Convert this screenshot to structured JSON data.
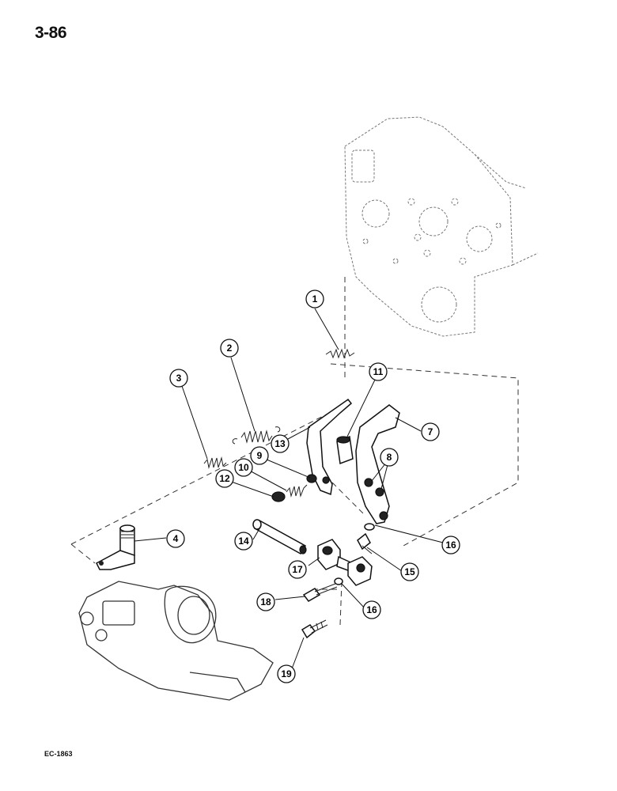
{
  "page": {
    "number": "3-86",
    "figure_code": "EC-1863"
  },
  "callouts": [
    "1",
    "2",
    "3",
    "4",
    "7",
    "8",
    "9",
    "10",
    "11",
    "12",
    "13",
    "14",
    "15",
    "16",
    "16",
    "17",
    "18",
    "19"
  ]
}
